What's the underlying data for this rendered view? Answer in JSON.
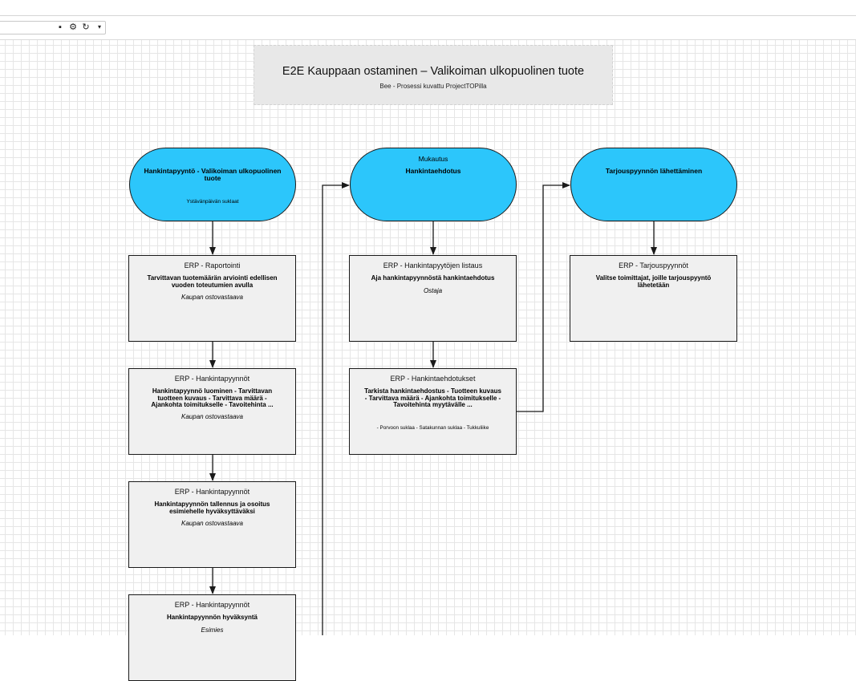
{
  "toolbar": {
    "field_value": "",
    "icons": [
      "save-icon",
      "gear-icon",
      "redo-icon",
      "dropdown-caret-icon"
    ],
    "icon_glyphs": {
      "save": "▪",
      "gear": "⚙",
      "redo": "↻",
      "caret": "▾"
    }
  },
  "diagram": {
    "title": "E2E Kauppaan ostaminen – Valikoiman ulkopuolinen tuote",
    "subtitle": "Bee - Prosessi kuvattu ProjectTOPilla",
    "pills": [
      {
        "top": "",
        "bold": "Hankintapyyntö - Valikoiman ulkopuolinen tuote",
        "small": "Ystävänpäivän suklaat"
      },
      {
        "top": "Mukautus",
        "bold": "Hankintaehdotus",
        "small": ""
      },
      {
        "top": "",
        "bold": "Tarjouspyynnön lähettäminen",
        "small": ""
      }
    ],
    "boxes": [
      {
        "head": "ERP - Raportointi",
        "bold": "Tarvittavan tuotemäärän arviointi edellisen vuoden toteutumien avulla",
        "role": "Kaupan ostovastaava",
        "note": ""
      },
      {
        "head": "ERP - Hankintapyynnöt",
        "bold": "Hankintapyynnö luominen - Tarvittavan tuotteen kuvaus - Tarvittava määrä - Ajankohta toimitukselle - Tavoitehinta ...",
        "role": "Kaupan ostovastaava",
        "note": ""
      },
      {
        "head": "ERP - Hankintapyynnöt",
        "bold": "Hankintapyynnön tallennus ja osoitus esimiehelle hyväksyttäväksi",
        "role": "Kaupan ostovastaava",
        "note": ""
      },
      {
        "head": "ERP - Hankintapyynnöt",
        "bold": "Hankintapyynnön hyväksyntä",
        "role": "Esimies",
        "note": ""
      },
      {
        "head": "ERP - Hankintapyytöjen listaus",
        "bold": "Aja hankintapyynnöstä hankintaehdotus",
        "role": "Ostaja",
        "note": ""
      },
      {
        "head": "ERP - Hankintaehdotukset",
        "bold": "Tarkista hankintaehdostus - Tuotteen kuvaus - Tarvittava määrä - Ajankohta toimitukselle - Tavoitehinta myytävälle ...",
        "role": "",
        "note": "- Porvoon suklaa - Satakunnan suklaa - Tukkuliike"
      },
      {
        "head": "ERP - Tarjouspyynnöt",
        "bold": "Valitse toimittajat, joille tarjouspyyntö lähetetään",
        "role": "",
        "note": ""
      }
    ]
  }
}
